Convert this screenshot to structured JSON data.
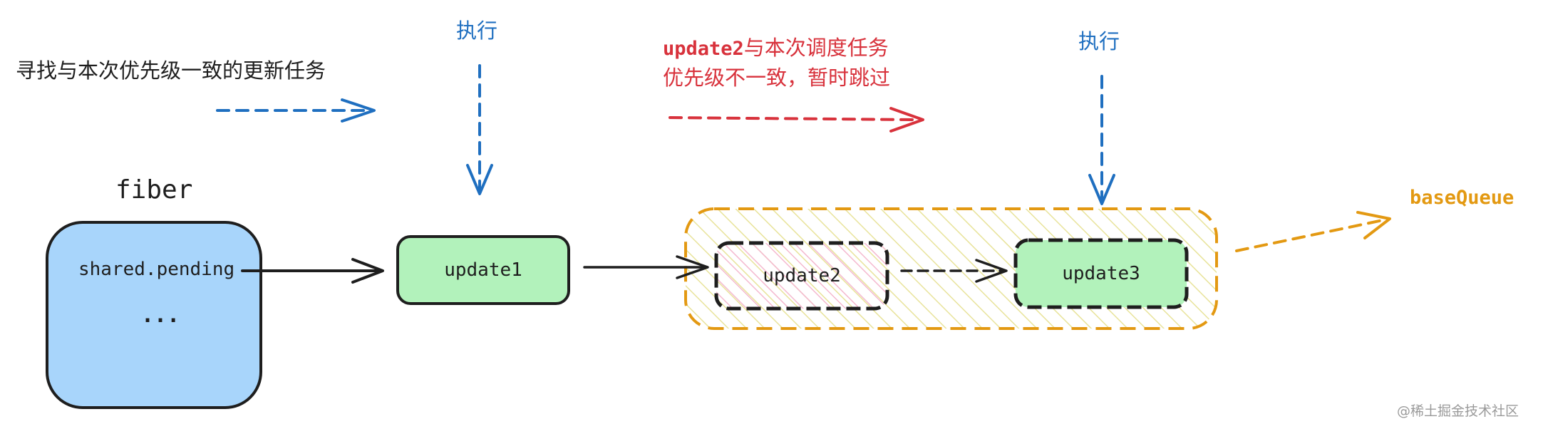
{
  "labels": {
    "find_text": "寻找与本次优先级一致的更新任务",
    "exec_left": "执行",
    "exec_right": "执行",
    "skip_line1_code": "update2",
    "skip_line1_rest": "与本次调度任务",
    "skip_line2": "优先级不一致，暂时跳过",
    "fiber_title": "fiber",
    "fiber_field": "shared.pending",
    "fiber_more": "...",
    "update1": "update1",
    "update2": "update2",
    "update3": "update3",
    "base_queue": "baseQueue",
    "watermark": "@稀土掘金技术社区"
  },
  "colors": {
    "blue": "#1f6fc0",
    "red": "#d8323c",
    "orange": "#e39912",
    "fiber_fill": "#a8d5fb",
    "update_green": "#b2f2bb",
    "update2_pink": "#f8d0e0",
    "hatch_yellow": "#e8e39a",
    "stroke": "#1e1e1e",
    "watermark": "#9a9a9a"
  },
  "icons": [
    "arrow-right-icon",
    "arrow-down-icon"
  ]
}
